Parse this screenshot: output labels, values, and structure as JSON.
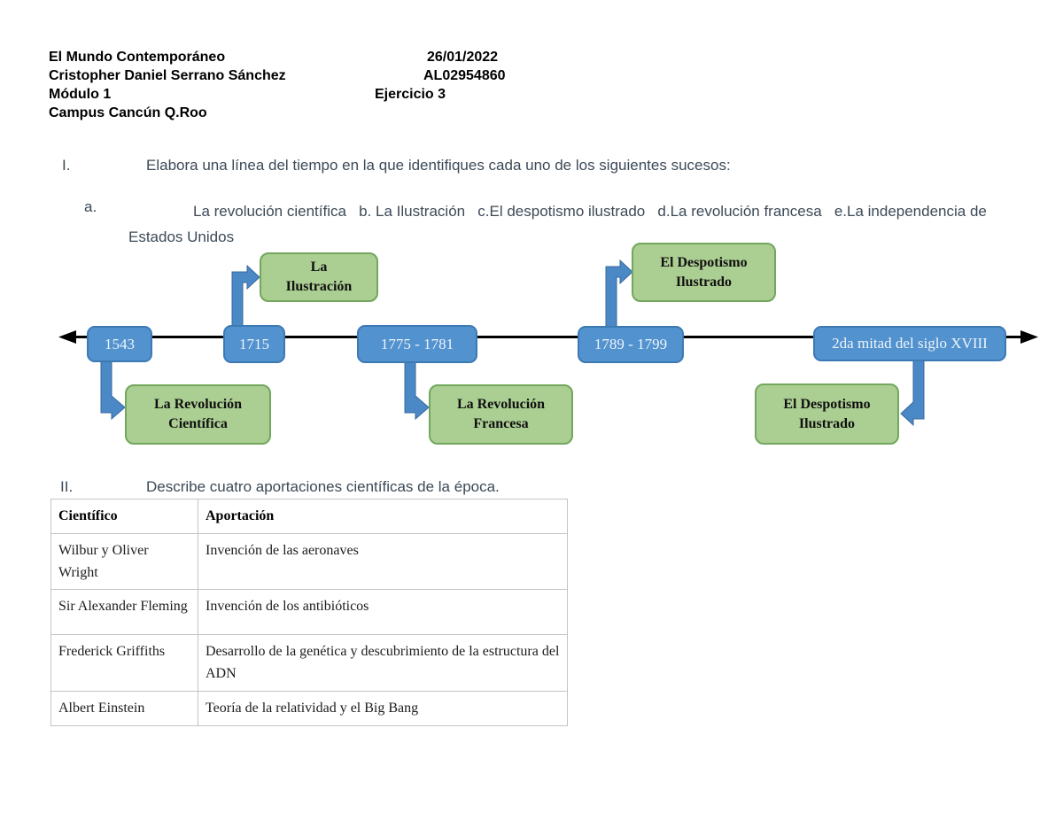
{
  "header": {
    "course": "El Mundo Contemporáneo",
    "student": "Cristopher Daniel Serrano Sánchez",
    "module": "Módulo 1",
    "campus": "Campus Cancún Q.Roo",
    "date": "26/01/2022",
    "student_id": "AL02954860",
    "exercise": "Ejercicio 3"
  },
  "section1": {
    "numeral": "I.",
    "instruction": "Elabora una línea del tiempo en la que identifiques cada uno de los siguientes sucesos:",
    "item_letter": "a.",
    "item_text": "La revolución científica   b. La Ilustración   c.El despotismo ilustrado   d.La revolución francesa   e.La independencia de Estados Unidos"
  },
  "timeline": {
    "dates": [
      "1543",
      "1715",
      "1775 - 1781",
      "1789 - 1799",
      "2da mitad del siglo XVIII"
    ],
    "events": [
      "La\nIlustración",
      "El Despotismo\nIlustrado",
      "La Revolución\nCientífica",
      "La Revolución\nFrancesa",
      "El Despotismo\nIlustrado"
    ]
  },
  "section2": {
    "numeral": "II.",
    "instruction": "Describe cuatro aportaciones científicas de la época."
  },
  "table": {
    "headers": [
      "Científico",
      "Aportación"
    ],
    "rows": [
      {
        "scientist": "Wilbur y Oliver Wright",
        "contribution": "Invención de las aeronaves"
      },
      {
        "scientist": "Sir Alexander Fleming",
        "contribution": "Invención de los antibióticos"
      },
      {
        "scientist": "Frederick Griffiths",
        "contribution": "Desarrollo de la genética y descubrimiento de la estructura del ADN"
      },
      {
        "scientist": "Albert Einstein",
        "contribution": "Teoría de la relatividad y el Big Bang"
      }
    ]
  },
  "colors": {
    "timeline_date_fill": "#5292cf",
    "timeline_date_border": "#3d7ab3",
    "timeline_event_fill": "#abce92",
    "timeline_event_border": "#72a75d",
    "arrow_blue": "#4a88c6",
    "axis_black": "#000000",
    "heading_text": "#3c4a57"
  }
}
